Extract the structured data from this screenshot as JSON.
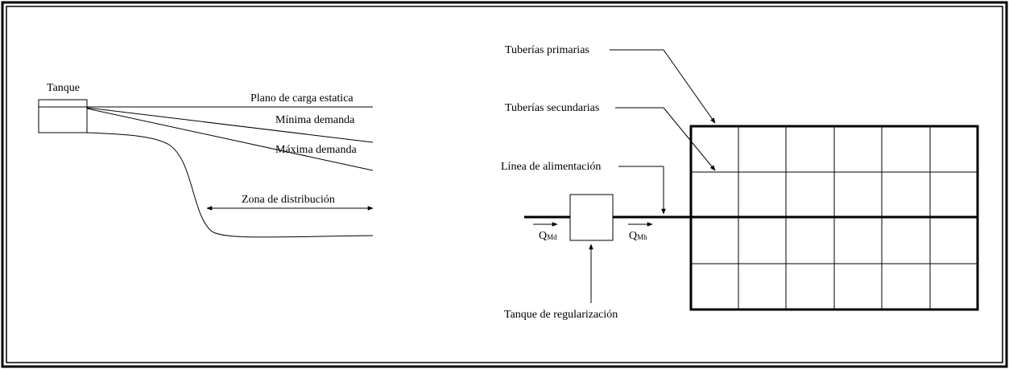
{
  "left_diagram": {
    "tank_label": "Tanque",
    "static_plane_label": "Plano de carga estatica",
    "min_demand_label": "Mínima demanda",
    "max_demand_label": "Máxima demanda",
    "distribution_zone_label": "Zona de distribución"
  },
  "right_diagram": {
    "primary_pipes_label": "Tuberías primarias",
    "secondary_pipes_label": "Tuberías secundarias",
    "feed_line_label": "Línea de alimentación",
    "regulation_tank_label": "Tanque de regularización",
    "flow_in": {
      "symbol": "Q",
      "subscript": "Md"
    },
    "flow_out": {
      "symbol": "Q",
      "subscript": "Mh"
    },
    "grid": {
      "rows": 4,
      "cols": 6
    }
  },
  "colors": {
    "line": "#000000",
    "background": "#ffffff"
  }
}
